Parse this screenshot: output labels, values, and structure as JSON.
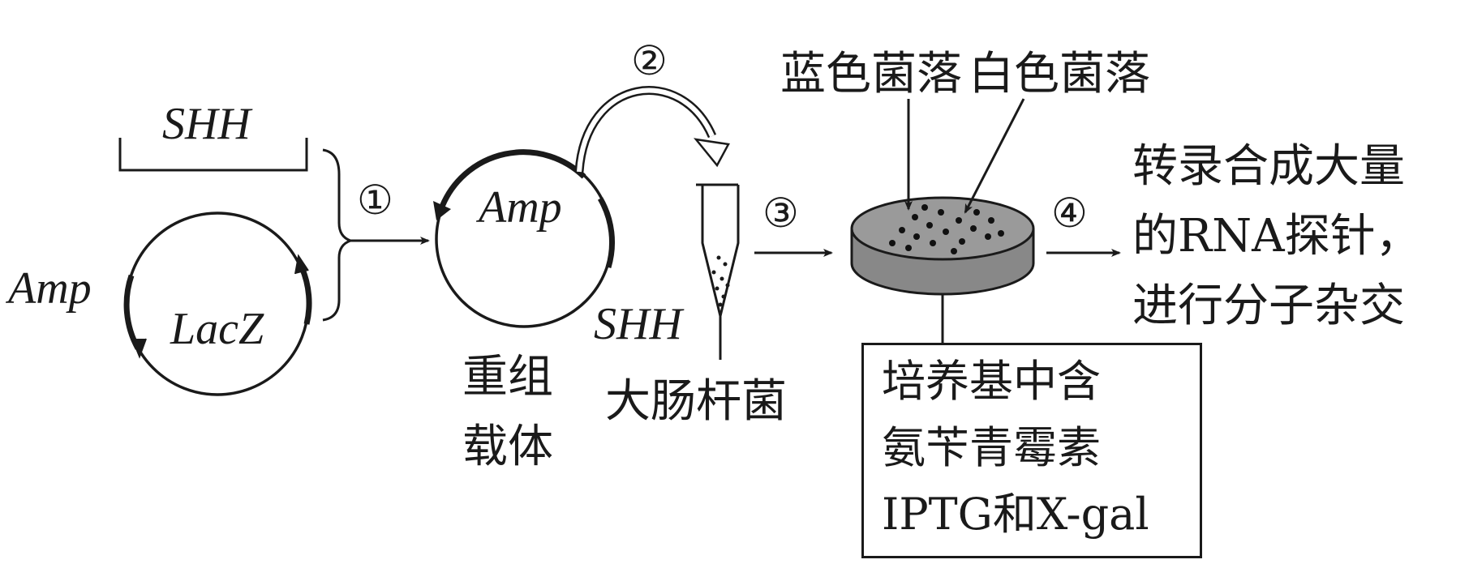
{
  "plasmid": {
    "insert_label": "SHH",
    "resistance_label": "Amp",
    "gene_label": "LacZ"
  },
  "steps": {
    "s1": "①",
    "s2": "②",
    "s3": "③",
    "s4": "④"
  },
  "recombinant": {
    "resistance_label": "Amp",
    "caption_line1": "重组",
    "caption_line2": "载体"
  },
  "bacteria": {
    "insert_label": "SHH",
    "caption": "大肠杆菌"
  },
  "colonies": {
    "blue_label": "蓝色菌落",
    "white_label": "白色菌落"
  },
  "medium": {
    "line1": "培养基中含",
    "line2": "氨苄青霉素",
    "line3": "IPTG和X-gal"
  },
  "result": {
    "line1": "转录合成大量",
    "line2": "的RNA探针，",
    "line3": "进行分子杂交"
  }
}
